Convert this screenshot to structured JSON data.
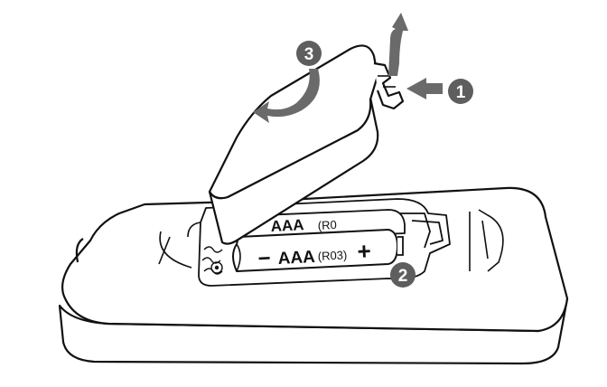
{
  "steps": [
    {
      "number": "1"
    },
    {
      "number": "2"
    },
    {
      "number": "3"
    }
  ],
  "batteries": {
    "front": {
      "minus": "−",
      "label": "AAA",
      "code": "(R03)",
      "plus": "+"
    },
    "back": {
      "label": "AAA",
      "code": "(R0"
    }
  },
  "colors": {
    "outline": "#111111",
    "badge": "#5e5e5e",
    "badge_text": "#ffffff",
    "arrow": "#6a6a6a",
    "fill": "#ffffff"
  }
}
